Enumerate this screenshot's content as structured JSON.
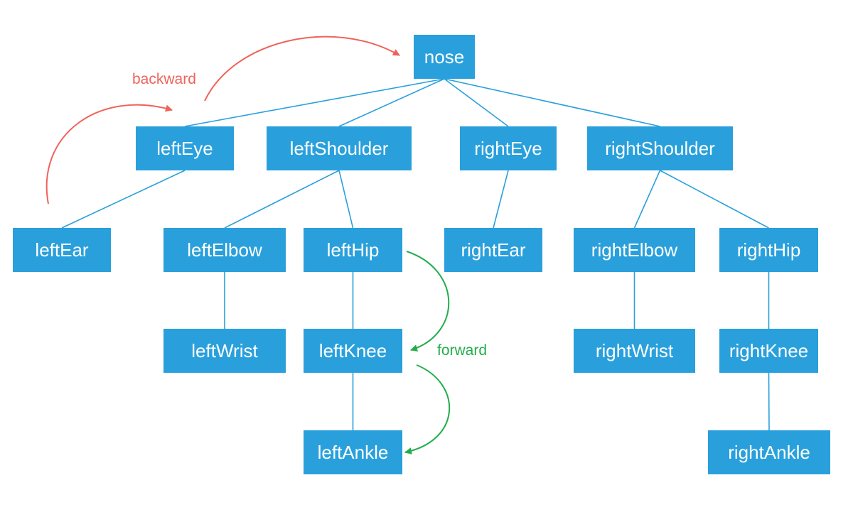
{
  "nodes": {
    "nose": "nose",
    "leftEye": "leftEye",
    "leftShoulder": "leftShoulder",
    "rightEye": "rightEye",
    "rightShoulder": "rightShoulder",
    "leftEar": "leftEar",
    "leftElbow": "leftElbow",
    "leftHip": "leftHip",
    "rightEar": "rightEar",
    "rightElbow": "rightElbow",
    "rightHip": "rightHip",
    "leftWrist": "leftWrist",
    "leftKnee": "leftKnee",
    "rightWrist": "rightWrist",
    "rightKnee": "rightKnee",
    "leftAnkle": "leftAnkle",
    "rightAnkle": "rightAnkle"
  },
  "edges": [
    [
      "nose",
      "leftEye"
    ],
    [
      "nose",
      "leftShoulder"
    ],
    [
      "nose",
      "rightEye"
    ],
    [
      "nose",
      "rightShoulder"
    ],
    [
      "leftEye",
      "leftEar"
    ],
    [
      "leftShoulder",
      "leftElbow"
    ],
    [
      "leftShoulder",
      "leftHip"
    ],
    [
      "rightEye",
      "rightEar"
    ],
    [
      "rightShoulder",
      "rightElbow"
    ],
    [
      "rightShoulder",
      "rightHip"
    ],
    [
      "leftElbow",
      "leftWrist"
    ],
    [
      "leftHip",
      "leftKnee"
    ],
    [
      "leftKnee",
      "leftAnkle"
    ],
    [
      "rightElbow",
      "rightWrist"
    ],
    [
      "rightHip",
      "rightKnee"
    ],
    [
      "rightKnee",
      "rightAnkle"
    ]
  ],
  "annotations": {
    "backward": "backward",
    "forward": "forward"
  },
  "colors": {
    "node": "#29a0dc",
    "edge": "#29a0dc",
    "backward": "#f0625a",
    "forward": "#22ad4c"
  }
}
